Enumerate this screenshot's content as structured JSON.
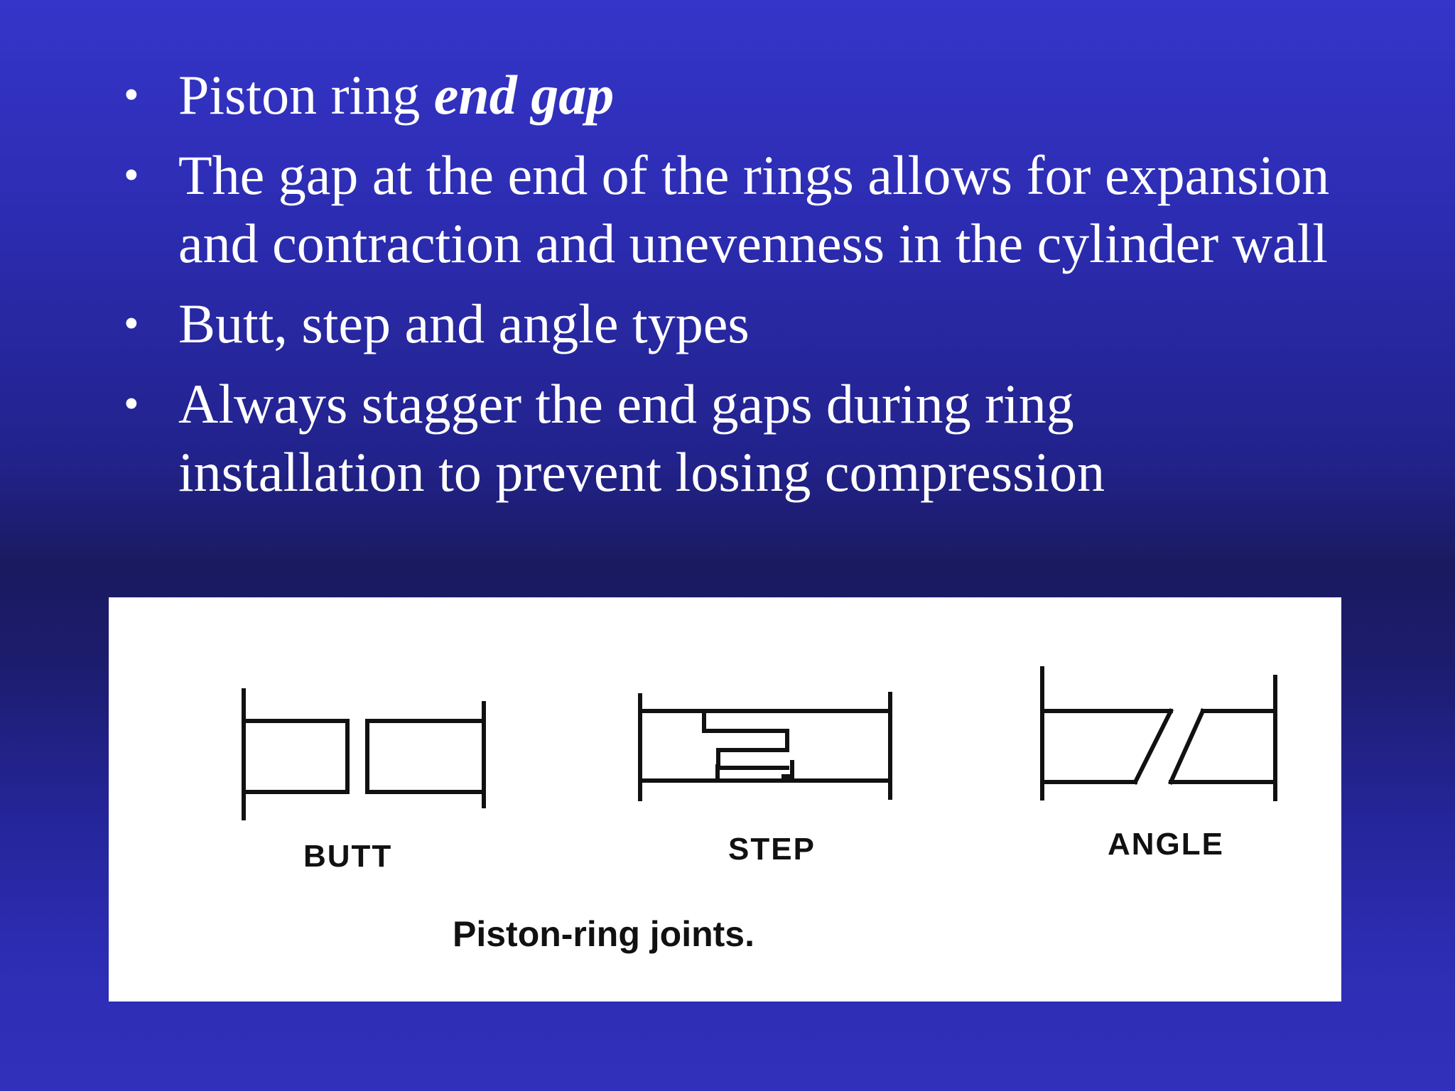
{
  "bullets": [
    {
      "text": "Piston ring ",
      "emphasis": "end gap"
    },
    {
      "text": "The gap at the end of the rings allows for expansion",
      "text2": "and contraction and unevenness in the cylinder wall"
    },
    {
      "text": "Butt, step and angle types"
    },
    {
      "text": "Always stagger the end gaps during ring",
      "text2": "installation to prevent losing compression"
    }
  ],
  "figure": {
    "labels": {
      "butt": "BUTT",
      "step": "STEP",
      "angle": "ANGLE"
    },
    "caption": "Piston-ring joints."
  }
}
